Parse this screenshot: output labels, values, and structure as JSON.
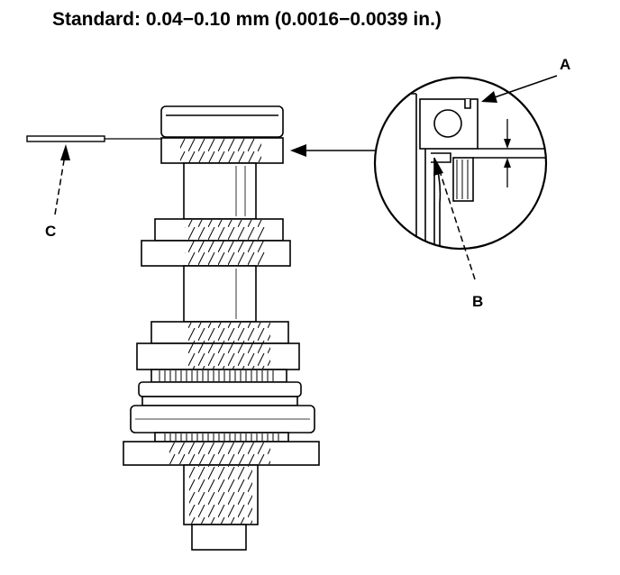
{
  "header": {
    "title": "Standard: 0.04−0.10 mm (0.0016−0.0039 in.)"
  },
  "callouts": {
    "a": "A",
    "b": "B",
    "c": "C"
  }
}
